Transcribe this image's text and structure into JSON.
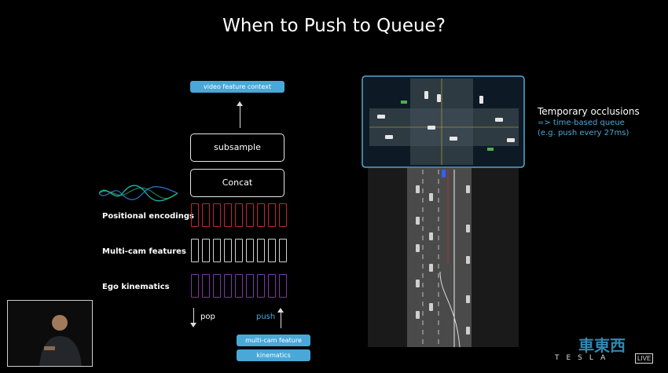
{
  "slide": {
    "title": "When to Push to Queue?"
  },
  "diagram": {
    "video_feature_context": "video feature context",
    "subsample": "subsample",
    "concat": "Concat",
    "rows": [
      {
        "label": "Positional encodings",
        "color": "#b8283a"
      },
      {
        "label": "Multi-cam features",
        "color": "#d0d0d0"
      },
      {
        "label": "Ego kinematics",
        "color": "#7a3aa0"
      }
    ],
    "pop_label": "pop",
    "push_label": "push",
    "multicam_feature": "multi-cam feature",
    "kinematics": "kinematics",
    "accent_color": "#4aa8d8"
  },
  "occlusion_note": {
    "title": "Temporary occlusions",
    "line1": "=> time-based queue",
    "line2": "(e.g. push every 27ms)"
  },
  "branding": {
    "company": "TESLA",
    "live": "LIVE",
    "watermark": "車東西"
  },
  "icons": [
    "webcam-presenter-video",
    "intersection-visualization"
  ]
}
